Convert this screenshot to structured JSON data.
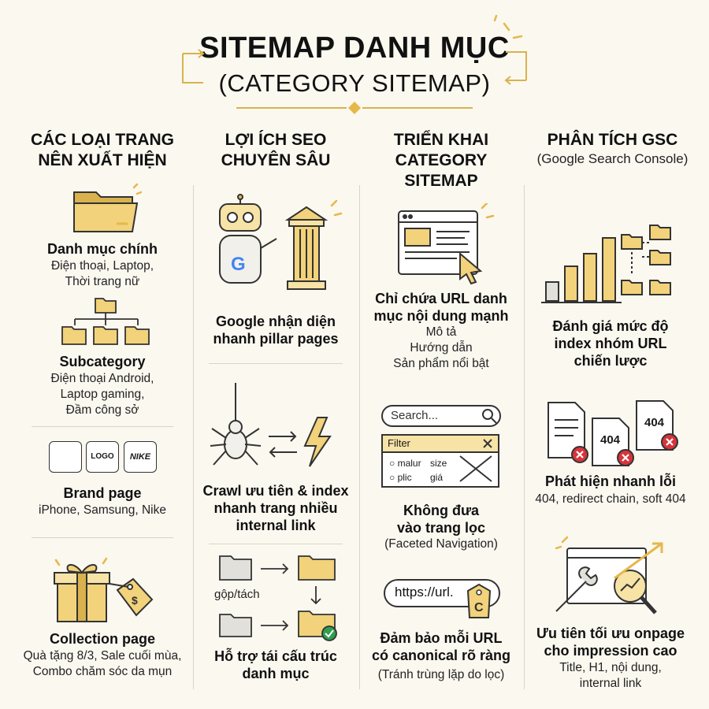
{
  "title": {
    "line1": "SITEMAP DANH MỤC",
    "line2": "(CATEGORY SITEMAP)"
  },
  "columns": [
    {
      "heading_l1": "CÁC LOẠI TRANG",
      "heading_l2": "NÊN XUẤT HIỆN"
    },
    {
      "heading_l1": "LỢI ÍCH SEO",
      "heading_l2": "CHUYÊN SÂU"
    },
    {
      "heading_l1": "TRIỂN KHAI",
      "heading_l2": "CATEGORY",
      "heading_l3": "SITEMAP"
    },
    {
      "heading_l1": "PHÂN TÍCH GSC",
      "subheading": "(Google Search Console)"
    }
  ],
  "col1": {
    "main": {
      "label": "Danh mục chính",
      "desc1": "Điện thoại, Laptop,",
      "desc2": "Thời trang nữ"
    },
    "sub": {
      "label": "Subcategory",
      "desc1": "Điện thoại Android,",
      "desc2": "Laptop gaming,",
      "desc3": "Đầm công sở"
    },
    "brand": {
      "label": "Brand page",
      "desc1": "iPhone, Samsung, Nike",
      "logo_text": "LOGO",
      "nike_text": "NIKE"
    },
    "collection": {
      "label": "Collection page",
      "desc1": "Quà tặng 8/3, Sale cuối mùa,",
      "desc2": "Combo chăm sóc da mụn"
    }
  },
  "col2": {
    "pillar": {
      "label1": "Google nhận diện",
      "label2": "nhanh pillar pages"
    },
    "crawl": {
      "label1": "Crawl ưu tiên & index",
      "label2": "nhanh trang nhiều",
      "label3": "internal link"
    },
    "restructure": {
      "caption": "gộp/tách",
      "label1": "Hỗ trợ tái cấu trúc",
      "label2": "danh mục"
    }
  },
  "col3": {
    "strong": {
      "label1": "Chỉ chứa URL danh",
      "label2": "mục nội dung mạnh",
      "desc1": "Mô tả",
      "desc2": "Hướng dẫn",
      "desc3": "Sản phẩm nổi bật"
    },
    "search_placeholder": "Search...",
    "filter": {
      "title": "Filter",
      "opt1": "malur",
      "opt2": "plic",
      "opt3": "size",
      "opt4": "giá"
    },
    "faceted": {
      "label1": "Không đưa",
      "label2": "vào trang lọc",
      "desc1": "(Faceted Navigation)"
    },
    "url_text": "https://url.",
    "canonical": {
      "label1": "Đảm bảo mỗi URL",
      "label2": "có canonical rõ ràng",
      "desc1": "(Tránh trùng lặp do lọc)"
    }
  },
  "col4": {
    "index": {
      "label1": "Đánh giá mức độ",
      "label2": "index nhóm URL",
      "label3": "chiến lược"
    },
    "errors": {
      "code1": "404",
      "code2": "404",
      "label1": "Phát hiện nhanh lỗi",
      "desc1": "404, redirect chain, soft 404"
    },
    "onpage": {
      "label1": "Ưu tiên tối ưu onpage",
      "label2": "cho impression cao",
      "desc1": "Title, H1, nội dung,",
      "desc2": "internal link"
    }
  },
  "colors": {
    "accent": "#e6b84a",
    "folder": "#f2d27a",
    "folder_dark": "#d9b24e",
    "error": "#d8343a",
    "ok": "#2e9e4f"
  }
}
